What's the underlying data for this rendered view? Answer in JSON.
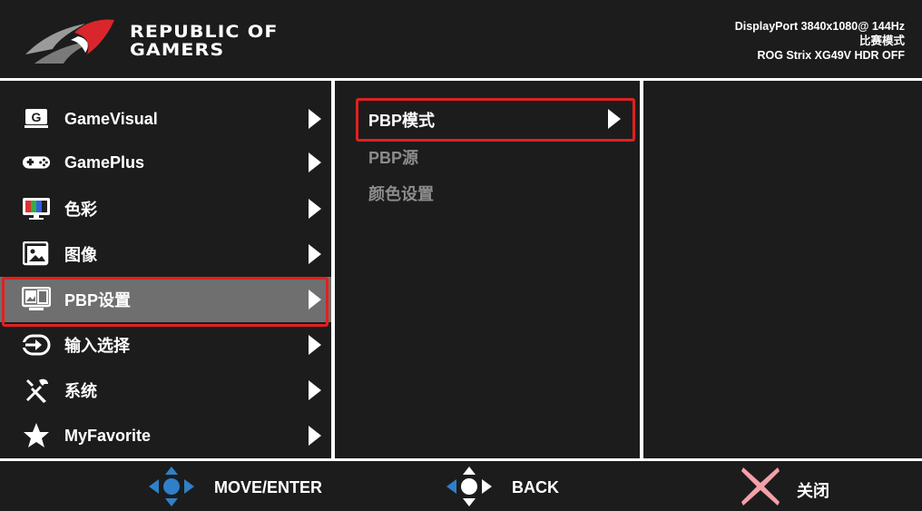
{
  "header": {
    "brand_line1": "REPUBLIC OF",
    "brand_line2": "GAMERS",
    "status_line1": "DisplayPort 3840x1080@ 144Hz",
    "status_line2": "比赛模式",
    "status_line3": "ROG Strix XG49V HDR OFF"
  },
  "menu": {
    "items": [
      {
        "label": "GameVisual",
        "icon": "gamevisual-icon"
      },
      {
        "label": "GamePlus",
        "icon": "gamepad-icon"
      },
      {
        "label": "色彩",
        "icon": "color-monitor-icon"
      },
      {
        "label": "图像",
        "icon": "image-icon"
      },
      {
        "label": "PBP设置",
        "icon": "pbp-icon"
      },
      {
        "label": "输入选择",
        "icon": "input-icon"
      },
      {
        "label": "系统",
        "icon": "tools-icon"
      },
      {
        "label": "MyFavorite",
        "icon": "star-icon"
      }
    ],
    "selected_index": 4
  },
  "submenu": {
    "items": [
      "PBP模式",
      "PBP源",
      "颜色设置"
    ],
    "selected_index": 0
  },
  "footer": {
    "move_label": "MOVE/ENTER",
    "back_label": "BACK",
    "close_label": "关闭"
  },
  "colors": {
    "highlight_border": "#e02020",
    "selected_bg": "#6f6f6f",
    "background": "#1c1c1c",
    "joystick_blue": "#2f80c8",
    "close_pink": "#f4a0a8"
  }
}
